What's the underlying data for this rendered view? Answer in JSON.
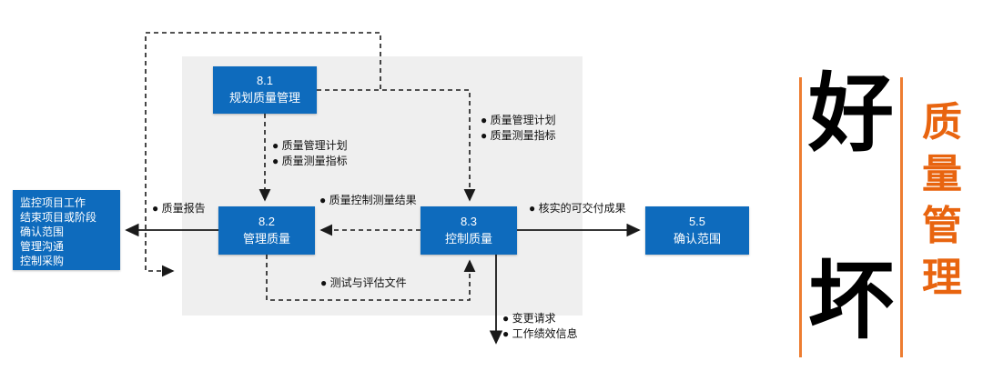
{
  "diagram": {
    "boxes": {
      "plan": {
        "id": "8.1",
        "label": "规划质量管理"
      },
      "manage": {
        "id": "8.2",
        "label": "管理质量"
      },
      "control": {
        "id": "8.3",
        "label": "控制质量"
      },
      "validate": {
        "id": "5.5",
        "label": "确认范围"
      }
    },
    "external_box": {
      "lines": [
        "监控项目工作",
        "结束项目或阶段",
        "确认范围",
        "管理沟通",
        "控制采购"
      ]
    },
    "labels": {
      "plan_to_manage": [
        "● 质量管理计划",
        "● 质量测量指标"
      ],
      "plan_to_control": [
        "● 质量管理计划",
        "● 质量测量指标"
      ],
      "control_to_manage": "● 质量控制测量结果",
      "manage_to_control": "● 测试与评估文件",
      "quality_report": "● 质量报告",
      "verified_deliverables": "● 核实的可交付成果",
      "control_outputs": [
        "● 变更请求",
        "● 工作绩效信息"
      ]
    },
    "colors": {
      "box_blue": "#0e6bbd",
      "panel_gray": "#efefef",
      "connector_black": "#1a1a1a"
    }
  },
  "sidebar_art": {
    "good_char": "好",
    "bad_char": "坏",
    "title_vertical": [
      "质",
      "量",
      "管",
      "理"
    ],
    "accent_orange": "#ed7d31"
  }
}
